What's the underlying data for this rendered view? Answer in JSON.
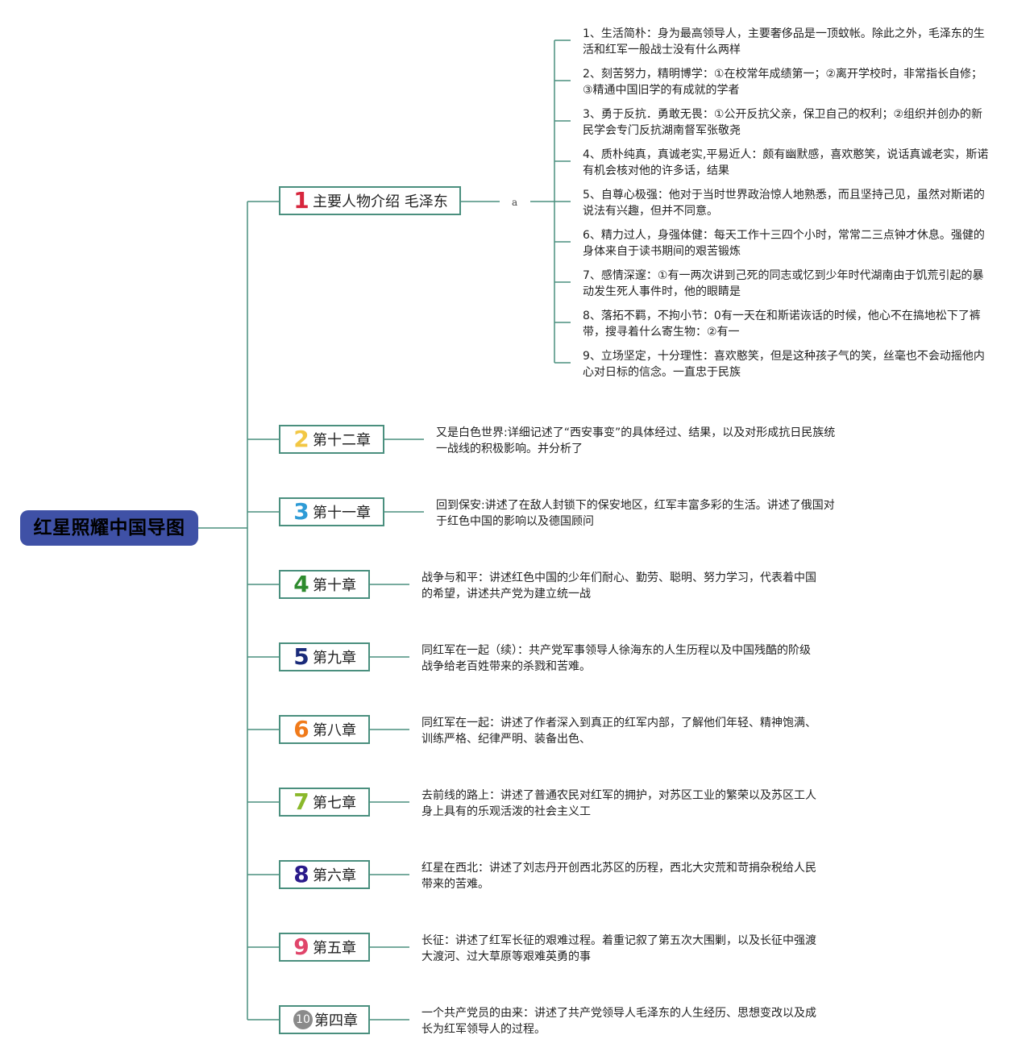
{
  "root": {
    "title": "红星照耀中国导图"
  },
  "connector_label": "a",
  "chapters": [
    {
      "num": "1",
      "label": "主要人物介绍 毛泽东",
      "color": "#d7263d"
    },
    {
      "num": "2",
      "label": "第十二章",
      "color": "#f2c744",
      "desc": "又是白色世界:详细记述了“西安事变”的具体经过、结果，以及对形成抗日民族统一战线的积极影响。并分析了"
    },
    {
      "num": "3",
      "label": "第十一章",
      "color": "#2e9bd6",
      "desc": "回到保安:讲述了在敌人封锁下的保安地区，红军丰富多彩的生活。讲述了俄国对于红色中国的影响以及德国顾问"
    },
    {
      "num": "4",
      "label": "第十章",
      "color": "#2e8b2e",
      "desc": "战争与和平：讲述红色中国的少年们耐心、勤劳、聪明、努力学习，代表着中国的希望，讲述共产党为建立统一战"
    },
    {
      "num": "5",
      "label": "第九章",
      "color": "#1a2b7a",
      "desc": "同红军在一起（续）：共产党军事领导人徐海东的人生历程以及中国残酷的阶级战争给老百姓带来的杀戮和苦难。"
    },
    {
      "num": "6",
      "label": "第八章",
      "color": "#f07a1a",
      "desc": "同红军在一起：讲述了作者深入到真正的红军内部，了解他们年轻、精神饱满、训练严格、纪律严明、装备出色、"
    },
    {
      "num": "7",
      "label": "第七章",
      "color": "#8ab82b",
      "desc": "去前线的路上：讲述了普通农民对红军的拥护，对苏区工业的繁荣以及苏区工人身上具有的乐观活泼的社会主义工"
    },
    {
      "num": "8",
      "label": "第六章",
      "color": "#2a1a8a",
      "desc": "红星在西北：讲述了刘志丹开创西北苏区的历程，西北大灾荒和苛捐杂税给人民带来的苦难。"
    },
    {
      "num": "9",
      "label": "第五章",
      "color": "#e0456a",
      "desc": "长征：讲述了红军长征的艰难过程。着重记叙了第五次大围剿，以及长征中强渡大渡河、过大草原等艰难英勇的事"
    },
    {
      "num": "10",
      "label": "第四章",
      "color": "#8a8a8a",
      "desc": "一个共产党员的由来：讲述了共产党领导人毛泽东的人生经历、思想变改以及成长为红军领导人的过程。"
    }
  ],
  "traits": [
    "1、生活简朴：身为最高领导人，主要奢侈品是一顶蚊帐。除此之外，毛泽东的生活和红军一般战士没有什么两样",
    "2、刻苦努力，精明博学：①在校常年成绩第一；②离开学校时，非常指长自修；③精通中国旧学的有成就的学者",
    "3、勇于反抗．勇敢无畏：①公开反抗父亲，保卫自己的权利；②组织并创办的新民学会专门反抗湖南督军张敬尧",
    "4、质朴纯真，真诚老实,平易近人：颇有幽默感，喜欢憨笑，说话真诚老实，斯诺有机会核对他的许多话，结果",
    "5、自尊心极强：他对于当时世界政治惊人地熟悉，而且坚持己见，虽然对斯诺的说法有兴趣，但并不同意。",
    "6、精力过人，身强体健：每天工作十三四个小时，常常二三点钟才休息。强健的身体来自于读书期间的艰苦锻炼",
    "7、感情深邃：①有一两次讲到己死的同志或忆到少年时代湖南由于饥荒引起的暴动发生死人事件时，他的眼睛是",
    "8、落拓不羁，不拘小节：0有一天在和斯诺诙话的时候，他心不在搞地松下了裤带，搜寻着什么寄生物：②有一",
    "9、立场坚定，十分理性：喜欢憨笑，但是这种孩子气的笑，丝毫也不会动摇他内心对日标的信念。一直忠于民族"
  ]
}
